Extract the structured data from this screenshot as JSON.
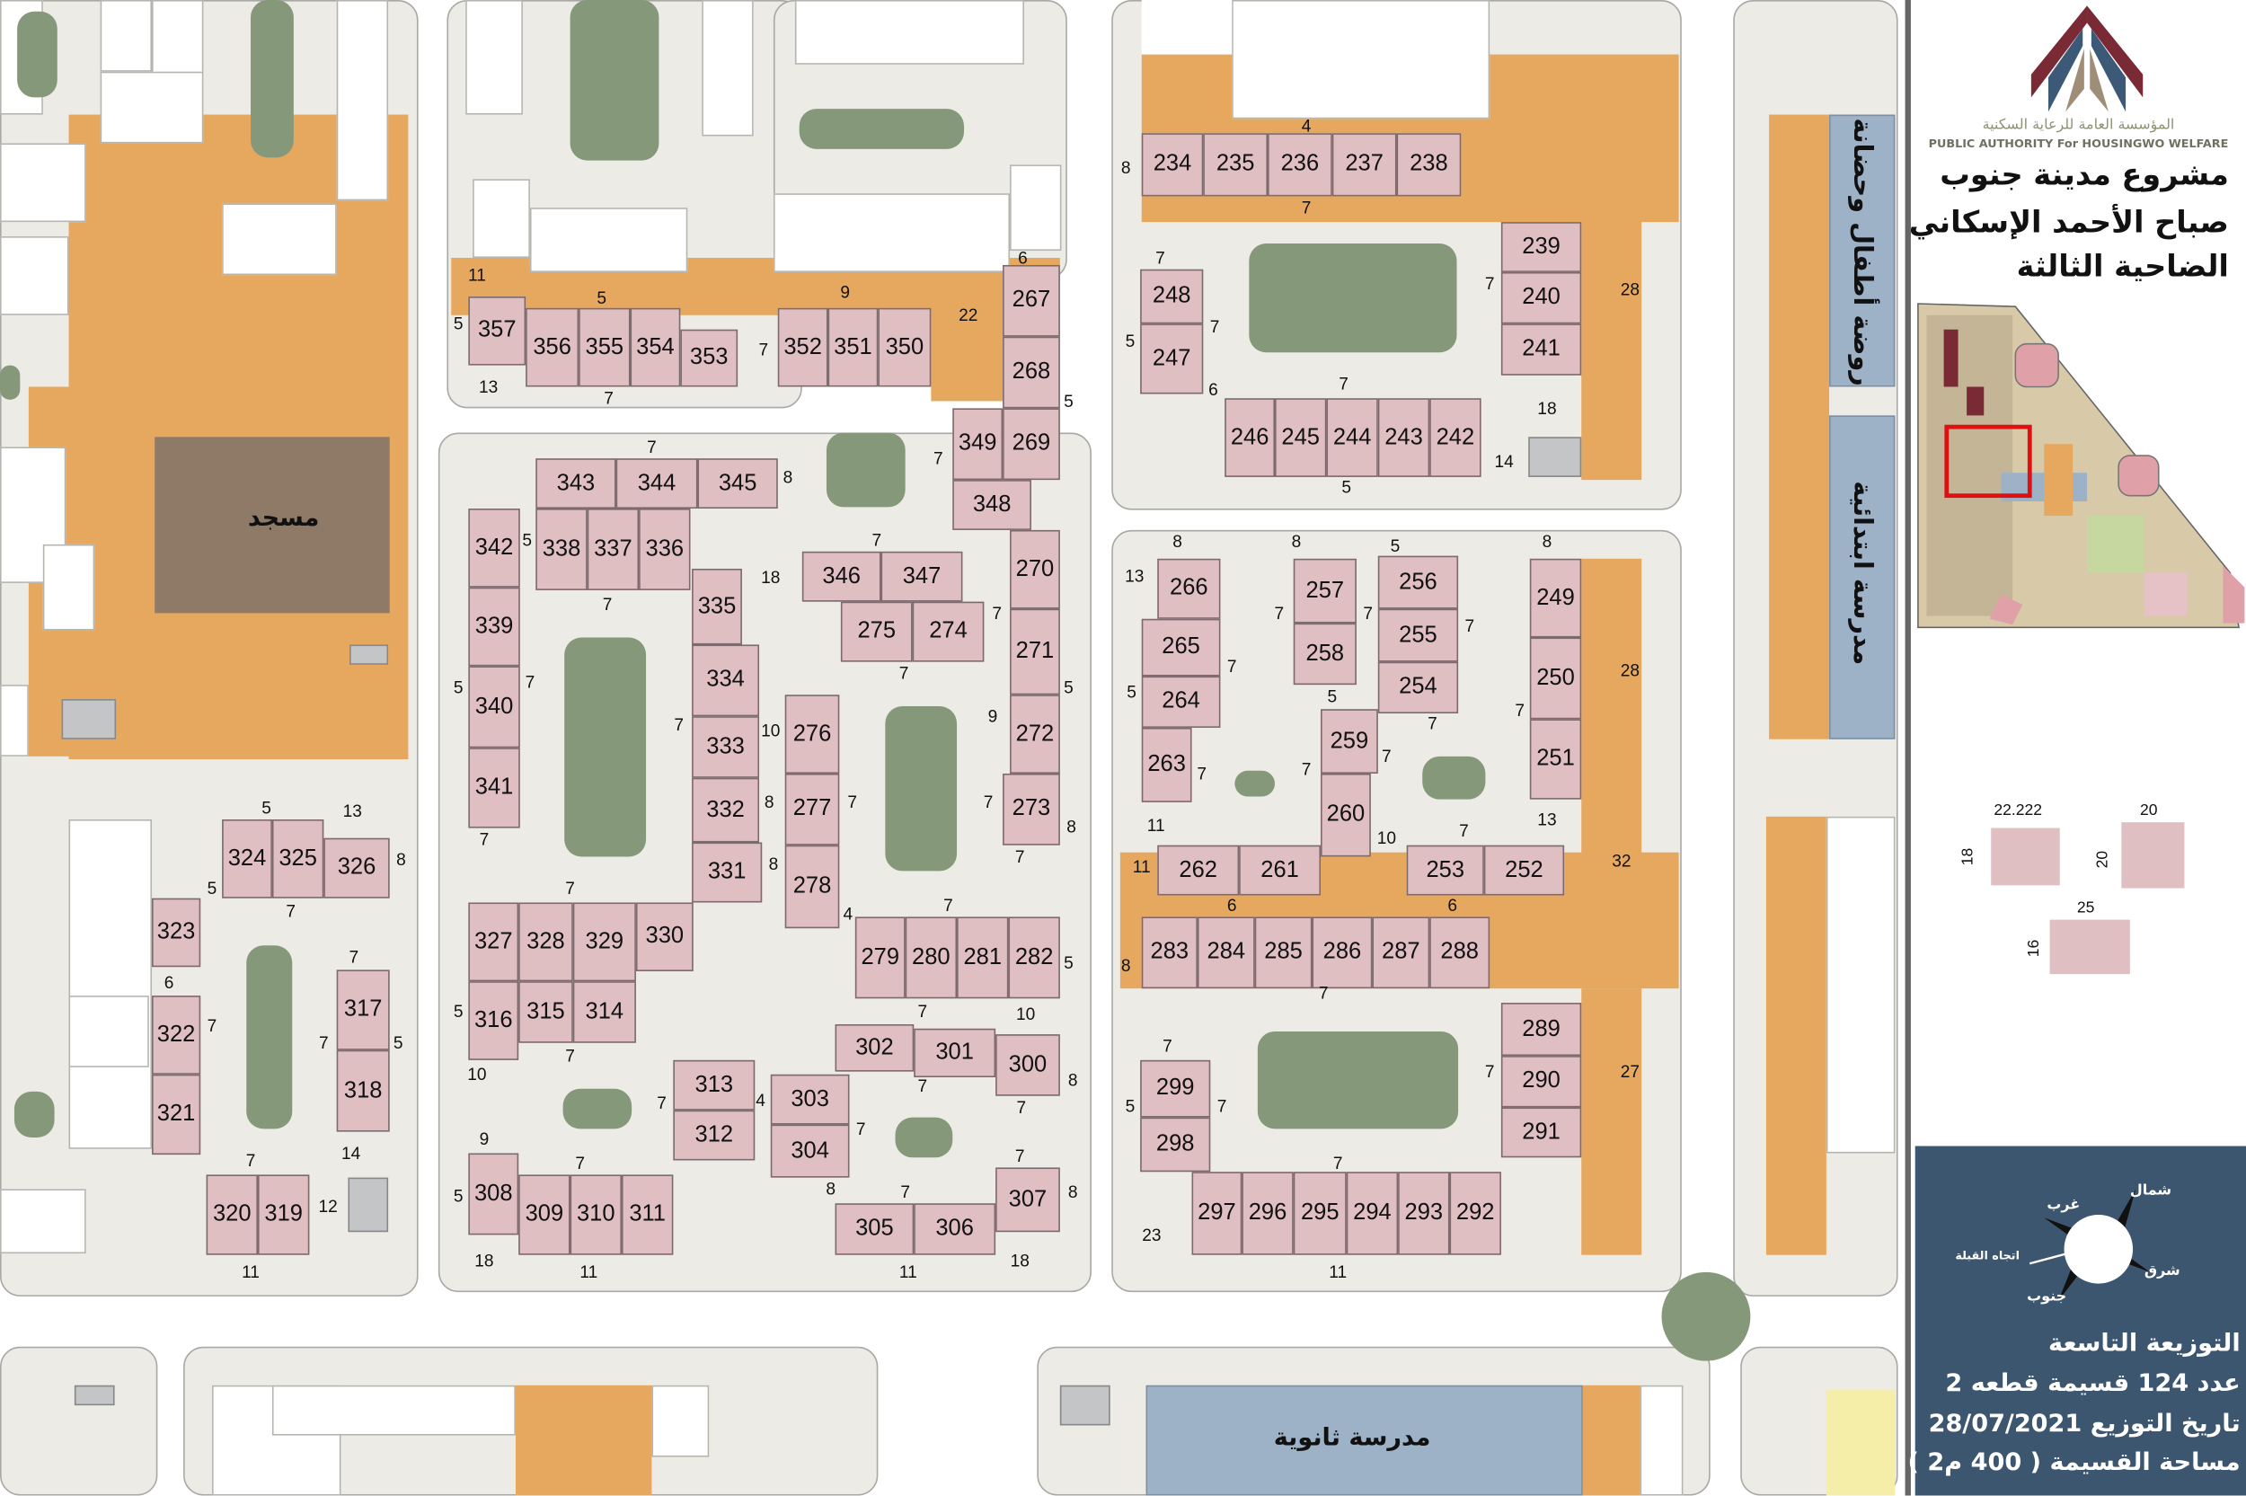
{
  "header": {
    "org_name_ar": "المؤسسة العامة للرعاية السكنية",
    "org_name_en": "PUBLIC AUTHORITY For HOUSINGWO WELFARE",
    "title_lines": [
      "مشروع مدينة جنوب",
      "صباح الأحمد الإسكاني",
      "الضاحية الثالثة"
    ]
  },
  "map_labels": {
    "mosque": "مسجد",
    "secondary_school": "مدرسة ثانوية",
    "kindergarten": "روضة أطفال وحضانة",
    "primary_school": "مدرسة ابتدائية"
  },
  "legend": [
    {
      "width": "22.222",
      "depth": "18"
    },
    {
      "width": "20",
      "depth": "20"
    },
    {
      "width": "25",
      "depth": "16"
    }
  ],
  "compass": {
    "north": "شمال",
    "west": "غرب",
    "east": "شرق",
    "south": "جنوب",
    "qibla": "اتجاه القبلة"
  },
  "info": {
    "lines": [
      "التوزيعة التاسعة",
      "عدد 124 قسيمة قطعه 2",
      "تاريخ التوزيع 28/07/2021",
      "مساحة القسيمة ( 400 م2 )"
    ]
  },
  "colors": {
    "plot": "#e0bfc3",
    "service": "#e6a85e",
    "park": "#85997a",
    "school": "#9db2c6",
    "panel": "#3d5670",
    "highlight": "#e01010"
  },
  "plots": [
    "234",
    "235",
    "236",
    "237",
    "238",
    "239",
    "240",
    "241",
    "248",
    "247",
    "246",
    "245",
    "244",
    "243",
    "242",
    "357",
    "356",
    "355",
    "354",
    "353",
    "352",
    "351",
    "350",
    "267",
    "268",
    "269",
    "349",
    "348",
    "270",
    "271",
    "272",
    "273",
    "343",
    "344",
    "345",
    "342",
    "339",
    "340",
    "341",
    "338",
    "337",
    "336",
    "346",
    "347",
    "275",
    "274",
    "335",
    "334",
    "333",
    "332",
    "331",
    "276",
    "277",
    "278",
    "324",
    "325",
    "326",
    "323",
    "322",
    "321",
    "317",
    "318",
    "320",
    "319",
    "327",
    "328",
    "329",
    "330",
    "316",
    "315",
    "314",
    "279",
    "280",
    "281",
    "282",
    "302",
    "301",
    "300",
    "313",
    "312",
    "303",
    "304",
    "308",
    "309",
    "310",
    "311",
    "305",
    "306",
    "307",
    "266",
    "265",
    "264",
    "263",
    "257",
    "258",
    "256",
    "255",
    "254",
    "259",
    "260",
    "249",
    "250",
    "251",
    "262",
    "261",
    "253",
    "252",
    "283",
    "284",
    "285",
    "286",
    "287",
    "288",
    "289",
    "290",
    "291",
    "299",
    "298",
    "297",
    "296",
    "295",
    "294",
    "293",
    "292"
  ],
  "dims": [
    "8",
    "4",
    "7",
    "7",
    "5",
    "7",
    "6",
    "7",
    "7",
    "28",
    "18",
    "14",
    "5",
    "11",
    "5",
    "13",
    "5",
    "7",
    "9",
    "7",
    "22",
    "6",
    "5",
    "7",
    "7",
    "8",
    "5",
    "7",
    "18",
    "7",
    "7",
    "7",
    "5",
    "9",
    "7",
    "5",
    "7",
    "10",
    "8",
    "7",
    "7",
    "8",
    "7",
    "7",
    "8",
    "4",
    "7",
    "5",
    "5",
    "13",
    "8",
    "5",
    "7",
    "6",
    "7",
    "7",
    "7",
    "5",
    "14",
    "7",
    "12",
    "11",
    "7",
    "5",
    "7",
    "10",
    "9",
    "7",
    "5",
    "18",
    "11",
    "7",
    "4",
    "7",
    "10",
    "8",
    "7",
    "7",
    "7",
    "7",
    "8",
    "8",
    "7",
    "11",
    "18",
    "13",
    "8",
    "8",
    "5",
    "7",
    "7",
    "7",
    "7",
    "5",
    "5",
    "7",
    "7",
    "7",
    "7",
    "11",
    "11",
    "10",
    "7",
    "13",
    "8",
    "28",
    "7",
    "32",
    "6",
    "6",
    "8",
    "7",
    "7",
    "5",
    "7",
    "7",
    "27",
    "7",
    "23",
    "11"
  ]
}
